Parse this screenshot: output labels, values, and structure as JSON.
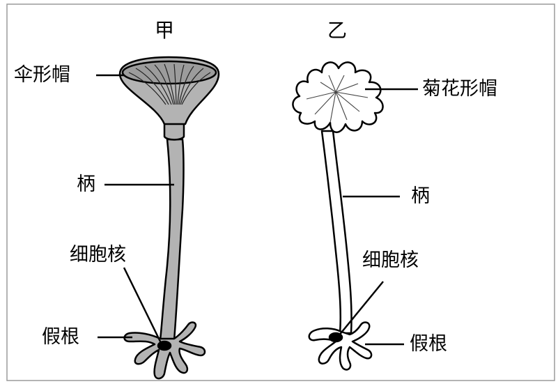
{
  "figure": {
    "left": {
      "title": "甲",
      "labels": {
        "cap": "伞形帽",
        "stalk": "柄",
        "nucleus": "细胞核",
        "rhizoid": "假根"
      }
    },
    "right": {
      "title": "乙",
      "labels": {
        "cap": "菊花形帽",
        "stalk": "柄",
        "nucleus": "细胞核",
        "rhizoid": "假根"
      }
    },
    "colors": {
      "cell_fill_left": "#b3b3b3",
      "cell_fill_right": "#ffffff",
      "outline": "#000000"
    }
  }
}
